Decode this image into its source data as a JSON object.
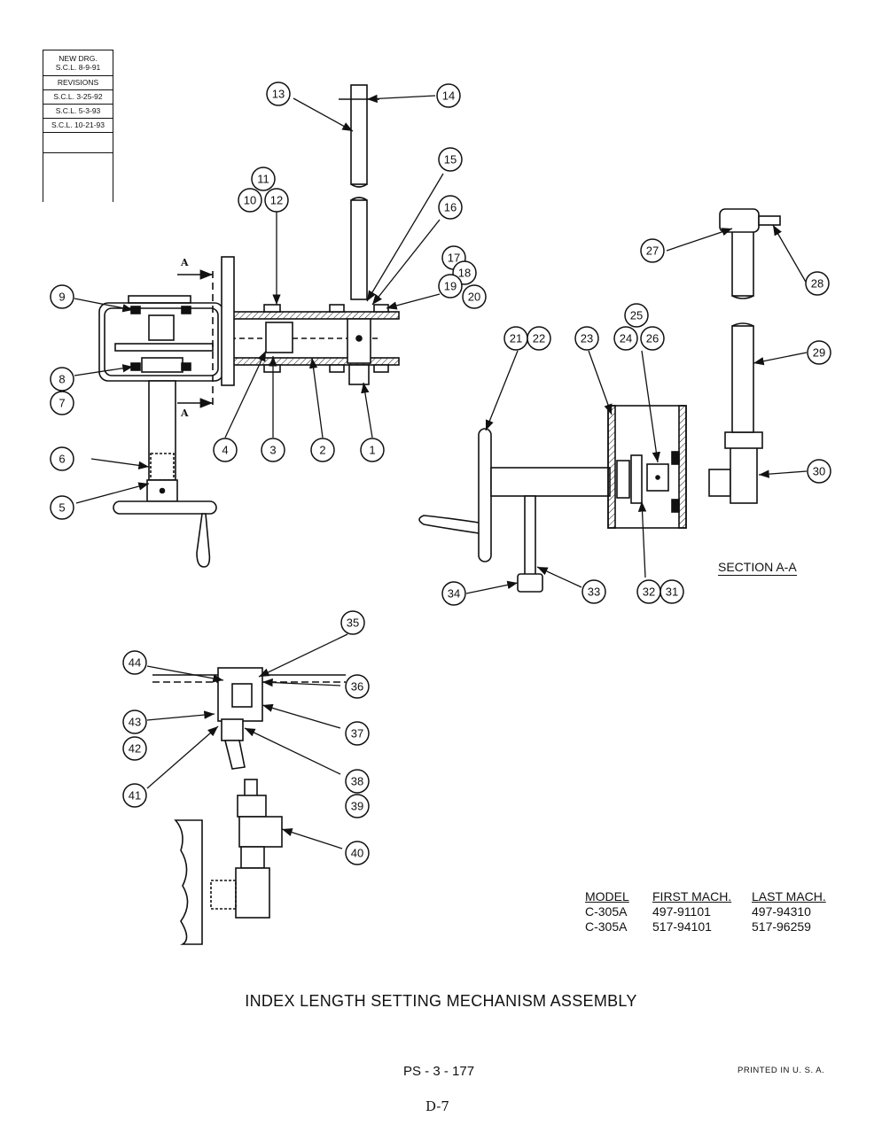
{
  "revision_block": {
    "new_drg_line1": "NEW DRG.",
    "new_drg_line2": "S.C.L. 8-9-91",
    "revisions_header": "REVISIONS",
    "entries": [
      "S.C.L. 3-25-92",
      "S.C.L. 5-3-93",
      "S.C.L. 10-21-93"
    ]
  },
  "callouts": [
    "1",
    "2",
    "3",
    "4",
    "5",
    "6",
    "7",
    "8",
    "9",
    "10",
    "11",
    "12",
    "13",
    "14",
    "15",
    "16",
    "17",
    "18",
    "19",
    "20",
    "21",
    "22",
    "23",
    "24",
    "25",
    "26",
    "27",
    "28",
    "29",
    "30",
    "31",
    "32",
    "33",
    "34",
    "35",
    "36",
    "37",
    "38",
    "39",
    "40",
    "41",
    "42",
    "43",
    "44"
  ],
  "section_marker": "A",
  "section_label": "SECTION A-A",
  "model_table": {
    "headers": [
      "MODEL",
      "FIRST MACH.",
      "LAST MACH."
    ],
    "rows": [
      [
        "C-305A",
        "497-91101",
        "497-94310"
      ],
      [
        "C-305A",
        "517-94101",
        "517-96259"
      ]
    ]
  },
  "title": "INDEX LENGTH SETTING MECHANISM ASSEMBLY",
  "page_code": "PS - 3 - 177",
  "printed": "PRINTED  IN  U. S. A.",
  "page_number": "D-7"
}
